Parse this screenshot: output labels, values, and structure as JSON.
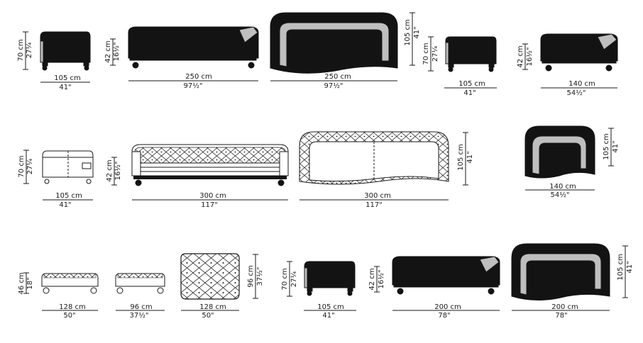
{
  "colors": {
    "ink": "#131313",
    "paper": "#ffffff",
    "band": "#bfbfbf"
  },
  "dimensions": {
    "d1": {
      "w_cm": "105 cm",
      "w_in": "41\"",
      "h_cm": "70 cm",
      "h_in": "27¼"
    },
    "d2": {
      "w_cm": "250 cm",
      "w_in": "97½\"",
      "h_cm": "42 cm",
      "h_in": "16½\""
    },
    "d3": {
      "w_cm": "250 cm",
      "w_in": "97½\"",
      "h_cm": "105 cm",
      "h_in": "41\""
    },
    "d4": {
      "w_cm": "105 cm",
      "w_in": "41\"",
      "h_cm": "70 cm",
      "h_in": "27¼"
    },
    "d5": {
      "w_cm": "140 cm",
      "w_in": "54½\"",
      "h_cm": "42 cm",
      "h_in": "16½\""
    },
    "d6": {
      "w_cm": "105 cm",
      "w_in": "41\"",
      "h_cm": "70 cm",
      "h_in": "27¼"
    },
    "d7": {
      "w_cm": "300 cm",
      "w_in": "117\"",
      "h_cm": "42 cm",
      "h_in": "16½\""
    },
    "d8": {
      "w_cm": "300 cm",
      "w_in": "117\"",
      "h_cm": "105 cm",
      "h_in": "41\""
    },
    "d9": {
      "w_cm": "140 cm",
      "w_in": "54½\"",
      "h_cm": "105 cm",
      "h_in": "41\""
    },
    "d10": {
      "w_cm": "128 cm",
      "w_in": "50\"",
      "h_cm": "46 cm",
      "h_in": "18\""
    },
    "d11": {
      "w_cm": "96 cm",
      "w_in": "37½\""
    },
    "d12": {
      "w_cm": "128 cm",
      "w_in": "50\"",
      "h_cm": "96 cm",
      "h_in": "37½\""
    },
    "d13": {
      "w_cm": "105 cm",
      "w_in": "41\"",
      "h_cm": "70 cm",
      "h_in": "27¼"
    },
    "d14": {
      "w_cm": "200 cm",
      "w_in": "78\"",
      "h_cm": "42 cm",
      "h_in": "16½\""
    },
    "d15": {
      "w_cm": "200 cm",
      "w_in": "78\"",
      "h_cm": "105 cm",
      "h_in": "41\""
    }
  }
}
